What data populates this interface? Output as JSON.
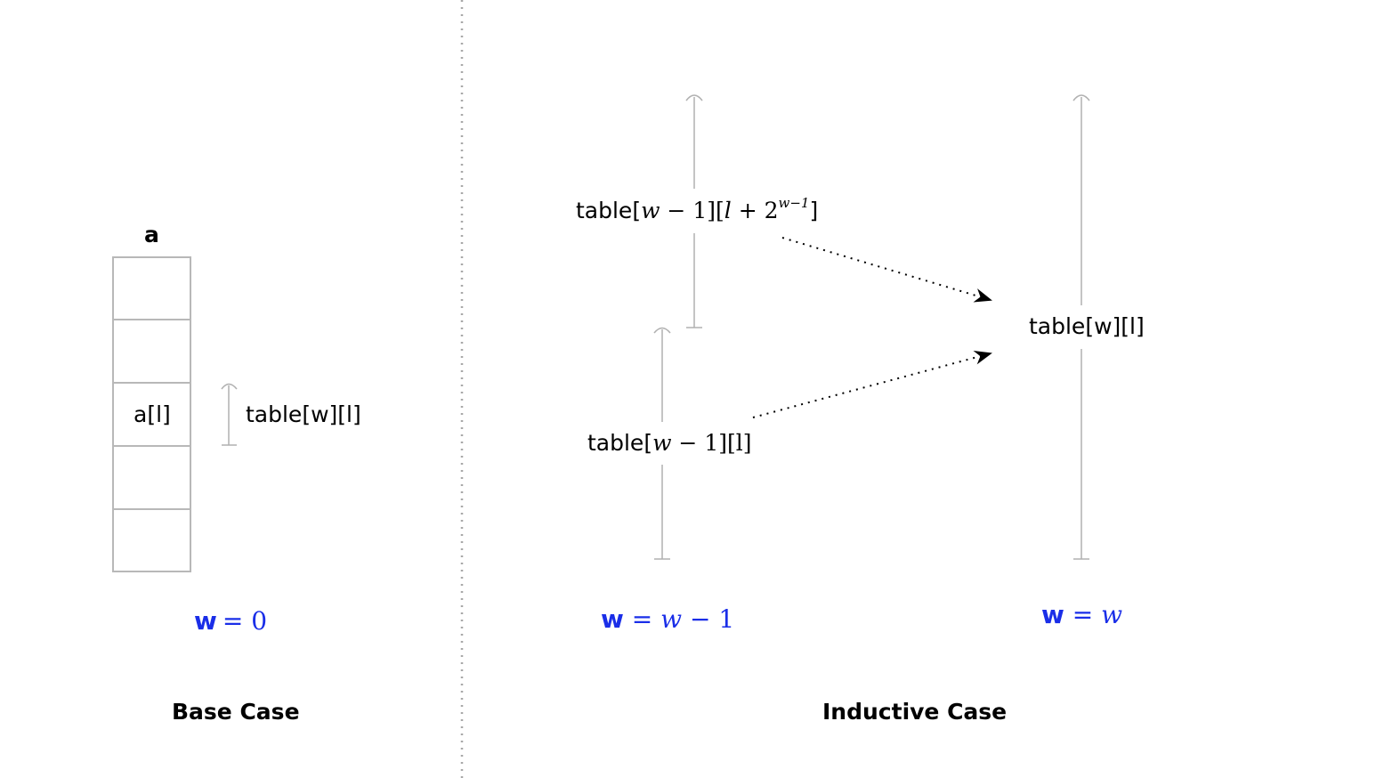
{
  "base": {
    "array_label": "a",
    "cell_label": "a[l]",
    "range_label": "table[w][l]",
    "w_bold": "w",
    "w_eq": "= 0",
    "caption": "Base Case"
  },
  "inductive": {
    "top_label_prefix": "table[",
    "top_label_w": "w",
    "top_label_mid": " − 1][",
    "top_label_l": "l",
    "top_label_plus": " + 2",
    "top_label_sup": "w−1",
    "top_label_end": "]",
    "bottom_label_prefix": "table[",
    "bottom_label_w": "w",
    "bottom_label_end": " − 1][l]",
    "result_label": "table[w][l]",
    "w_left_bold": "w",
    "w_left_eq": " = ",
    "w_left_it": "w",
    "w_left_rest": " − 1",
    "w_right_bold": "w",
    "w_right_eq": " = ",
    "w_right_it": "w",
    "caption": "Inductive Case"
  },
  "colors": {
    "accent_blue": "#1a2ee8",
    "line_gray": "#b0b0b0",
    "divider_gray": "#a8a8a8"
  }
}
